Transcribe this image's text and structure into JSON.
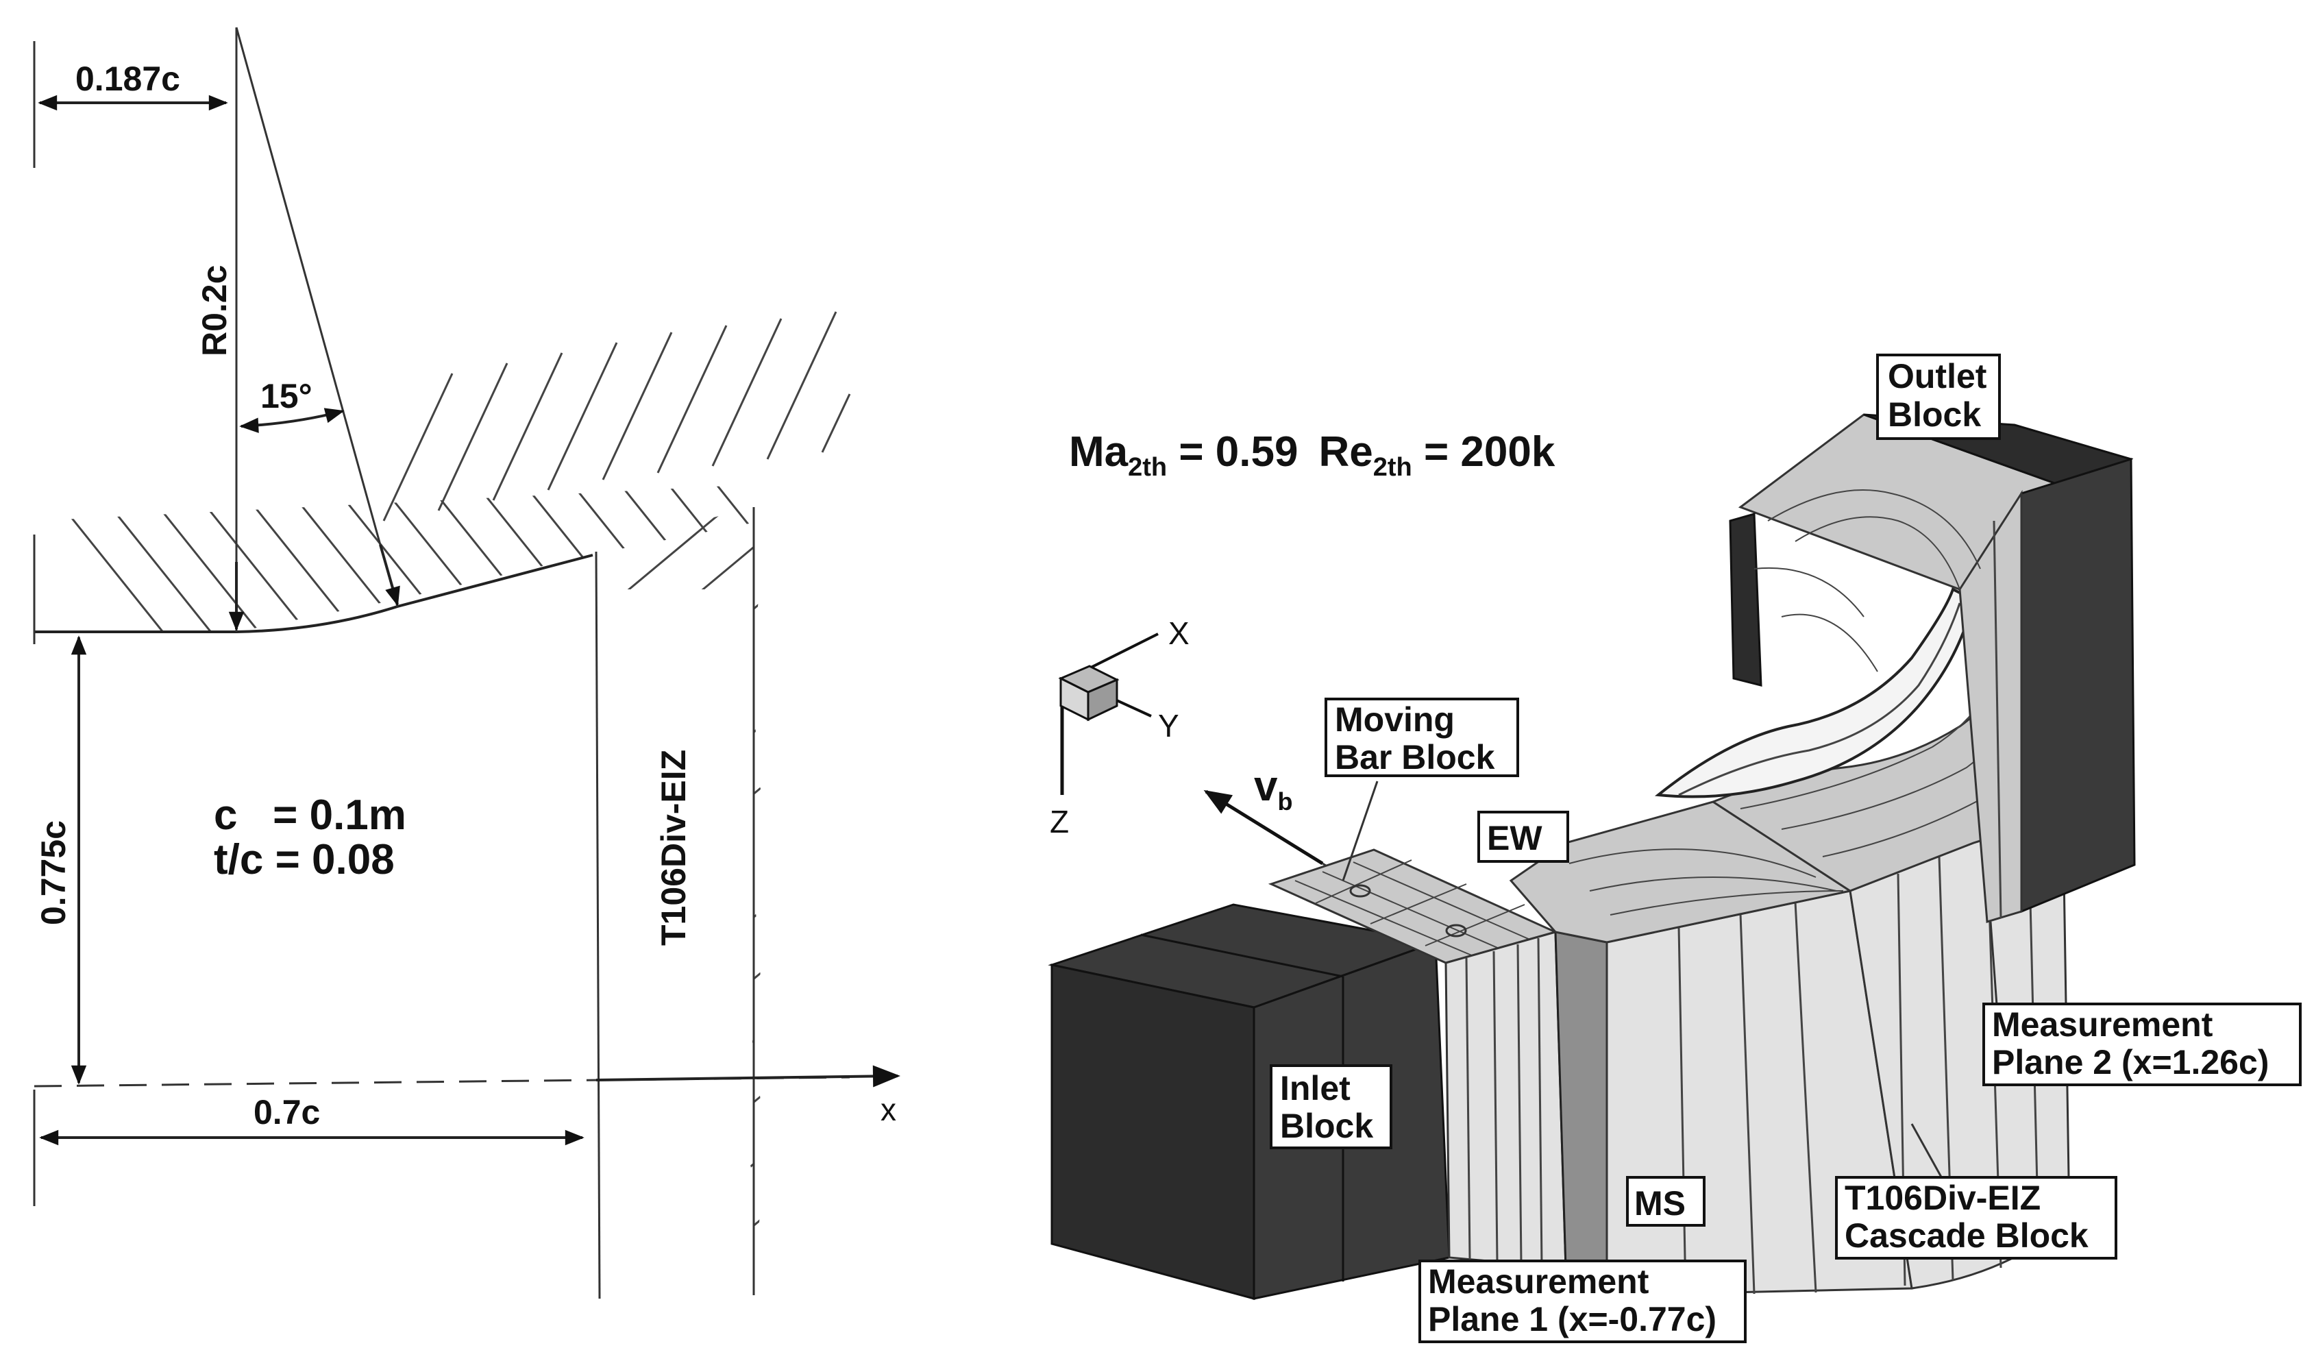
{
  "left_panel": {
    "dim_top": "0.187c",
    "dim_radius": "R0.2c",
    "dim_angle": "15°",
    "dim_height": "0.775c",
    "dim_width": "0.7c",
    "param_chord": "c   = 0.1m",
    "param_thickness": "t/c = 0.08",
    "axis_x": "x",
    "cascade_label": "T106Div-EIZ"
  },
  "right_panel": {
    "flow_ma_base": "Ma",
    "flow_ma_sub": "2th",
    "flow_ma_value": " = 0.59",
    "flow_re_base": "Re",
    "flow_re_sub": "2th",
    "flow_re_value": " = 200k",
    "axes": {
      "x": "X",
      "y": "Y",
      "z": "Z"
    },
    "velocity_base": "v",
    "velocity_sub": "b",
    "outlet_block": [
      "Outlet",
      "Block"
    ],
    "moving_bar_block": [
      "Moving",
      "Bar Block"
    ],
    "ew": "EW",
    "inlet_block": [
      "Inlet",
      "Block"
    ],
    "ms": "MS",
    "measurement_plane_1": [
      "Measurement",
      "Plane 1 (x=-0.77c)"
    ],
    "measurement_plane_2": [
      "Measurement",
      "Plane 2 (x=1.26c)"
    ],
    "cascade_block": [
      "T106Div-EIZ",
      "Cascade Block"
    ]
  }
}
